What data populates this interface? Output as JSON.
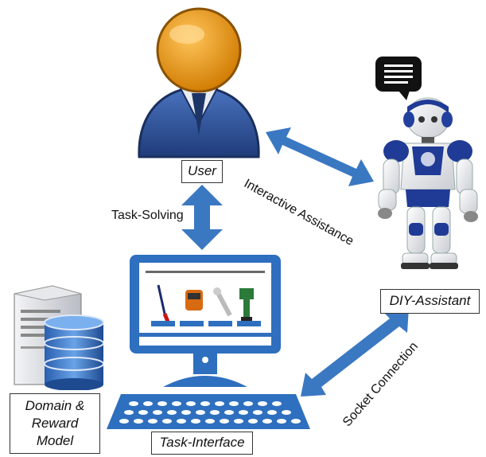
{
  "nodes": {
    "user": {
      "label": "User"
    },
    "assistant": {
      "label": "DIY-Assistant"
    },
    "interface": {
      "label": "Task-Interface"
    },
    "domain": {
      "line1": "Domain &",
      "line2": "Reward",
      "line3": "Model"
    }
  },
  "edges": {
    "interactive": {
      "label": "Interactive Assistance"
    },
    "task_solving": {
      "label": "Task-Solving"
    },
    "socket": {
      "label": "Socket Connection"
    }
  },
  "icons": {
    "user": "user-person-icon",
    "robot": "humanoid-robot-icon",
    "speech": "speech-bubble-icon",
    "monitor": "computer-monitor-icon",
    "keyboard": "keyboard-icon",
    "server": "server-database-icon"
  },
  "colors": {
    "accent_blue": "#2e6fbf",
    "arrow_blue": "#3a78c2",
    "user_head": "#f0a020",
    "user_body": "#2c4f94"
  }
}
